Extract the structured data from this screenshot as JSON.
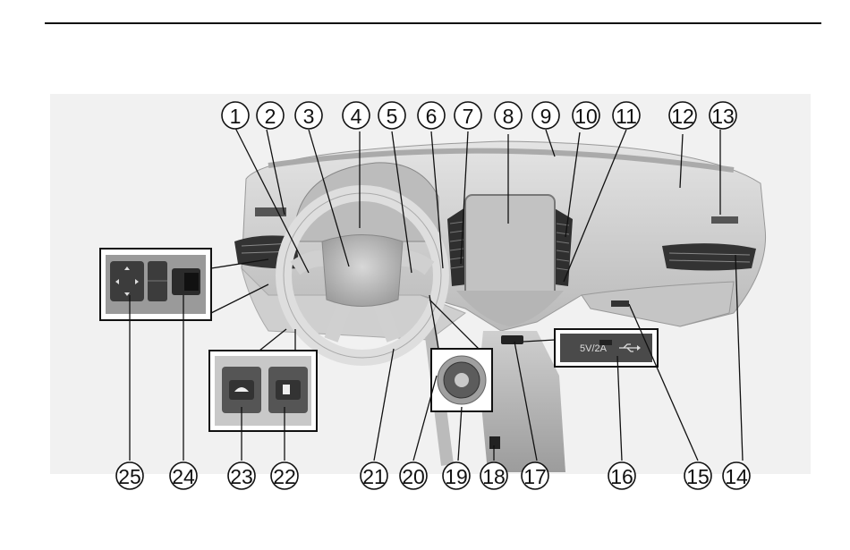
{
  "callouts": {
    "c1": "1",
    "c2": "2",
    "c3": "3",
    "c4": "4",
    "c5": "5",
    "c6": "6",
    "c7": "7",
    "c8": "8",
    "c9": "9",
    "c10": "10",
    "c11": "11",
    "c12": "12",
    "c13": "13",
    "c14": "14",
    "c15": "15",
    "c16": "16",
    "c17": "17",
    "c18": "18",
    "c19": "19",
    "c20": "20",
    "c21": "21",
    "c22": "22",
    "c23": "23",
    "c24": "24",
    "c25": "25"
  },
  "usb_inset": {
    "label": "5V/2A"
  },
  "colors": {
    "line": "#111111",
    "panel": "#c9c9c9",
    "dark": "#4a4a4a"
  }
}
